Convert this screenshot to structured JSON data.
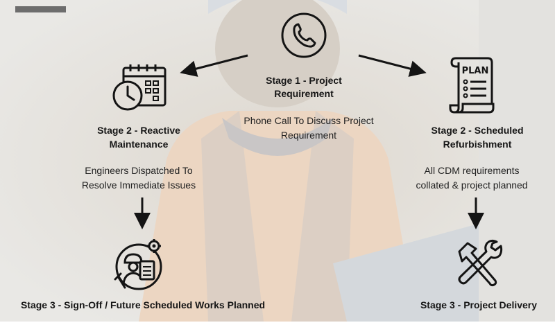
{
  "stage1": {
    "title_line1": "Stage 1  -  Project",
    "title_line2": "Requirement",
    "desc_line1": "Phone Call To Discuss Project",
    "desc_line2": "Requirement"
  },
  "stage2_left": {
    "title_line1": "Stage 2  -  Reactive",
    "title_line2": "Maintenance",
    "desc_line1": "Engineers Dispatched To",
    "desc_line2": "Resolve Immediate Issues"
  },
  "stage2_right": {
    "title_line1": "Stage 2  -  Scheduled",
    "title_line2": "Refurbishment",
    "desc_line1": "All CDM requirements",
    "desc_line2": "collated & project planned"
  },
  "stage3_left": {
    "title": "Stage 3  -  Sign-Off / Future Scheduled Works Planned"
  },
  "stage3_right": {
    "title": "Stage 3  -  Project Delivery"
  },
  "plan_icon": {
    "label": "PLAN"
  },
  "colors": {
    "background": "#e7e6e2",
    "accent_bar": "#6d6d6d",
    "ink": "#161616"
  }
}
